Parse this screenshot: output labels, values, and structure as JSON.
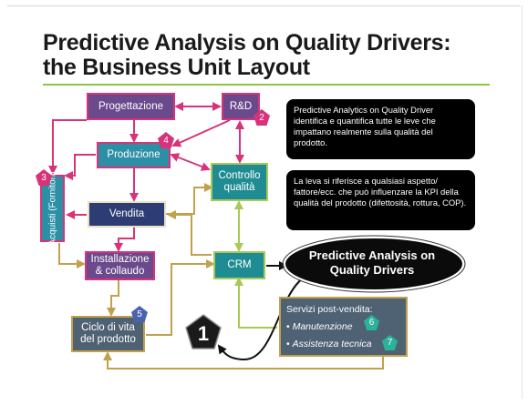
{
  "title_line1": "Predictive Analysis on Quality Drivers:",
  "title_line2": "the Business Unit Layout",
  "boxes": {
    "progettazione": "Progettazione",
    "rd": "R&D",
    "produzione": "Produzione",
    "controllo": "Controllo qualità",
    "acquisti": "Acquisti (Fornitori)",
    "vendita": "Vendita",
    "installazione": "Installazione & collaudo",
    "crm": "CRM",
    "ciclo": "Ciclo di vita del prodotto"
  },
  "badges": {
    "b1": "1",
    "b2": "2",
    "b3": "3",
    "b4": "4",
    "b5": "5",
    "b6": "6",
    "b7": "7"
  },
  "text_box_1": "Predictive Analytics on Quality Driver identifica e quantifica tutte le leve che impattano realmente sulla qualità del prodotto.",
  "text_box_2": "La leva si riferisce a qualsiasi aspetto/ fattore/ecc. che può influenzare la KPI della qualità del prodotto (difettosità, rottura, COP).",
  "predictive_label": "Predictive Analysis on Quality Drivers",
  "servizi": {
    "heading": "Servizi post-vendita:",
    "item1": "Manutenzione",
    "item2": "Assistenza tecnica"
  },
  "colors": {
    "accent_rule": "#8fc44a",
    "pink": "#d8337a",
    "gold": "#c2a14d",
    "green": "#a7c956",
    "purple_box": "#6a4a8c",
    "teal_box": "#2c8fa6"
  }
}
